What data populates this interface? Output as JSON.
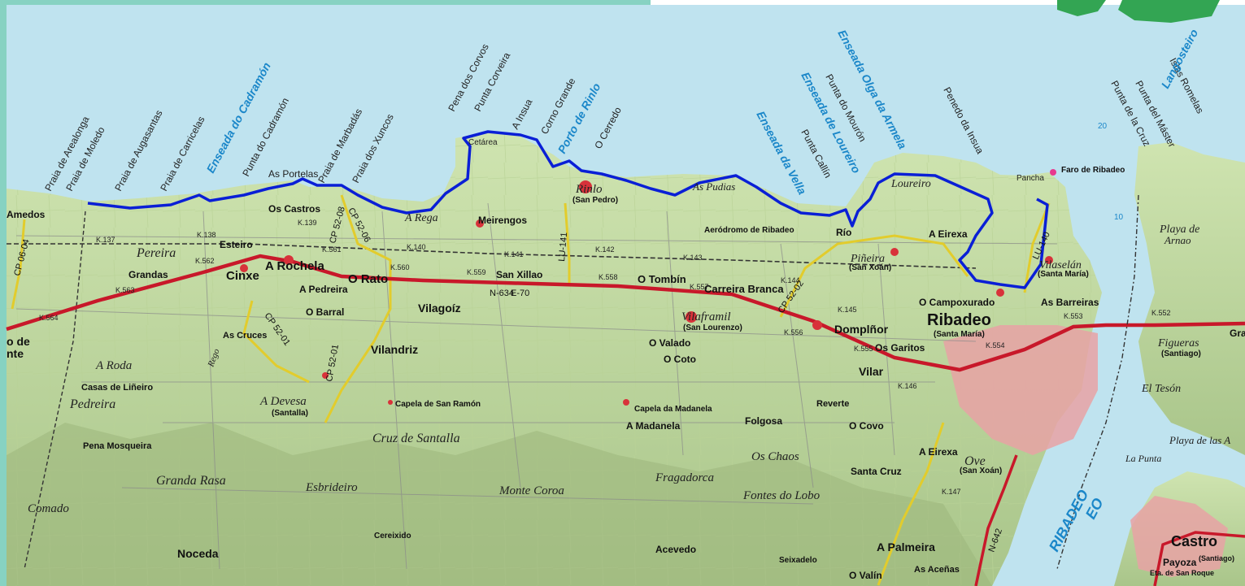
{
  "route_color": "#0a1fd6",
  "colors": {
    "sea": "#bfe3ef",
    "land": "#cfe4b0",
    "urban": "#d8323a",
    "highway": "#c8182a",
    "road": "#e8d23a"
  },
  "coastal_points": [
    "Praia de Arealonga",
    "Praia de Moledo",
    "Praia de Augasantas",
    "Praia de Carricelas",
    "Punta do Cadramón",
    "As Portelas",
    "Praia de Marbadás",
    "Praia dos Xuncos",
    "Pena dos Corvos",
    "Punta Corveira",
    "A Insua",
    "Corno Grande",
    "O Cerredo",
    "Punta do Mourón",
    "Punta Callín",
    "Penedo da Insua",
    "Punta de la Cruz",
    "Punta del Máster",
    "Islas Romelas",
    "Cetárea",
    "Pancha",
    "Faro de Ribadeo"
  ],
  "sea_labels": [
    "Enseada do Cadramón",
    "Porto de Rinlo",
    "Enseada da Vella",
    "Enseada de Loureiro",
    "Enseada Olga da Armela",
    "Langosteiro",
    "RIBADEO",
    "EO"
  ],
  "places": {
    "amedos": "Amedos",
    "pereira": "Pereira",
    "grandas": "Grandas",
    "cinxe": "Cinxe",
    "esteiro": "Esteiro",
    "a_rochela": "A Rochela",
    "os_castros": "Os Castros",
    "a_pedreira": "A Pedreira",
    "o_rato": "O Rato",
    "a_rega": "A Rega",
    "meirengos": "Meirengos",
    "rinlo": "Rinlo",
    "rinlo_sub": "(San Pedro)",
    "san_xillao": "San Xillao",
    "o_barral": "O Barral",
    "as_cruces": "As Cruces",
    "vilagoiz": "Vilagoíz",
    "vilandriz": "Vilandriz",
    "o_tombin": "O Tombín",
    "carreira_branca": "Carreira Branca",
    "vilaframil": "Vilaframil",
    "vilaframil_sub": "(San Lourenzo)",
    "o_valado": "O Valado",
    "o_coto": "O Coto",
    "as_pudias": "As Pudias",
    "aerodromo": "Aeródromo de Ribadeo",
    "rio": "Río",
    "pineira": "Piñeira",
    "pineira_sub": "(San Xoán)",
    "loureiro": "Loureiro",
    "a_eirexa": "A Eirexa",
    "vilaselan": "Vilaselán",
    "vilaselan_sub": "(Santa María)",
    "o_campoxurado": "O Campoxurado",
    "ribadeo": "Ribadeo",
    "ribadeo_sub": "(Santa María)",
    "as_barreiras": "As Barreiras",
    "domplnor": "Domplñor",
    "os_garitos": "Os Garitos",
    "vilar": "Vilar",
    "playa_arnao": "Playa de",
    "playa_arnao2": "Arnao",
    "figueras": "Figueras",
    "figueras_sub": "(Santiago)",
    "el_teson": "El Tesón",
    "playa_de_las": "Playa de las A",
    "la_punta": "La Punta",
    "a_roda": "A Roda",
    "casas_lineiro": "Casas de Liñeiro",
    "pedreira": "Pedreira",
    "a_devesa": "A Devesa",
    "a_devesa_sub": "(Santalla)",
    "capela_san_ramon": "Capela de San Ramón",
    "capela_madanela": "Capela da Madanela",
    "a_madanela": "A Madanela",
    "folgosa": "Folgosa",
    "reverte": "Reverte",
    "o_covo": "O Covo",
    "cruz_santalla": "Cruz de Santalla",
    "os_chaos": "Os Chaos",
    "fragadorca": "Fragadorca",
    "pena_mosqueira": "Pena Mosqueira",
    "granda_rasa": "Granda Rasa",
    "esbrideiro": "Esbrideiro",
    "monte_coroa": "Monte Coroa",
    "fontes_lobo": "Fontes do Lobo",
    "santa_cruz": "Santa Cruz",
    "a_eirexa2": "A Eirexa",
    "ove": "Ove",
    "ove_sub": "(San Xoán)",
    "comado": "Comado",
    "noceda": "Noceda",
    "cereixido": "Cereixido",
    "acevedo": "Acevedo",
    "seixadelo": "Seixadelo",
    "a_palmeira": "A Palmeira",
    "o_valin": "O Valín",
    "as_acenas": "As Aceñas",
    "castro": "Castro",
    "payoza": "Payoza",
    "payoza_sub": "(Santiago)",
    "eta_san_roque": "Eta. de San Roque",
    "do_de": "o de",
    "nte": "nte",
    "gra": "Gra",
    "rego": "Rego"
  },
  "roads": {
    "cp_0604": "CP 06-04",
    "cp_5208": "CP 52-08",
    "cp_5206": "CP 52-06",
    "cp_5201": "CP 52-01",
    "cp_5201b": "CP 52-01",
    "cp_5202": "CP 52-02",
    "lu_141": "LU-141",
    "lu_140": "LU-140",
    "n634": "N-634",
    "e70": "E-70",
    "n642": "N-642"
  },
  "km_markers": [
    "K.137",
    "K.138",
    "K.139",
    "K.140",
    "K.141",
    "K.142",
    "K.143",
    "K.144",
    "K.145",
    "K.146",
    "K.147",
    "K.553",
    "K.554",
    "K.555",
    "K.556",
    "K.557",
    "K.558",
    "K.559",
    "K.560",
    "K.561",
    "K.562",
    "K.563",
    "K.564",
    "K.552"
  ]
}
